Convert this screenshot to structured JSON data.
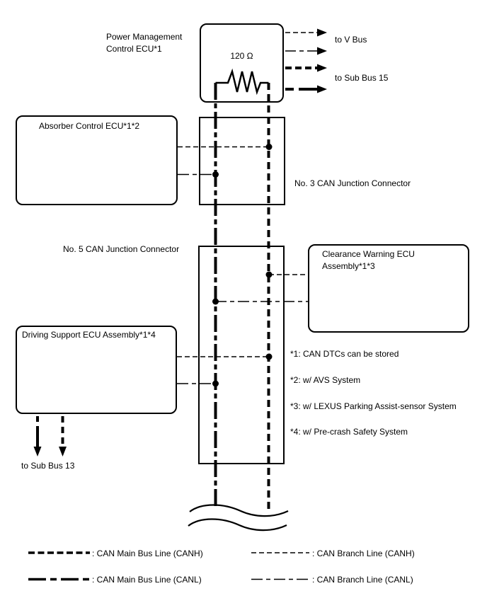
{
  "boxes": {
    "power_management": {
      "label": "Power Management\nControl ECU*1",
      "resistor": "120 Ω"
    },
    "absorber": {
      "label": "Absorber Control ECU*1*2"
    },
    "junction3": {
      "label": "No. 3 CAN Junction Connector"
    },
    "junction5": {
      "label": "No. 5 CAN Junction Connector"
    },
    "clearance": {
      "label": "Clearance Warning ECU\nAssembly*1*3"
    },
    "driving": {
      "label": "Driving Support ECU Assembly*1*4"
    }
  },
  "bus_labels": {
    "v_bus": "to V Bus",
    "sub_bus_15": "to Sub Bus 15",
    "sub_bus_13": "to Sub Bus 13"
  },
  "notes": [
    "*1: CAN DTCs can be stored",
    "*2: w/ AVS System",
    "*3: w/ LEXUS Parking Assist-sensor System",
    "*4: w/ Pre-crash Safety System"
  ],
  "legend": [
    {
      "label": ": CAN Main Bus Line (CANH)",
      "style": "main-canh"
    },
    {
      "label": ": CAN Main Bus Line (CANL)",
      "style": "main-canl"
    },
    {
      "label": ": CAN Branch Line (CANH)",
      "style": "branch-canh"
    },
    {
      "label": ": CAN Branch Line (CANL)",
      "style": "branch-canl"
    }
  ],
  "colors": {
    "line": "#000000",
    "background": "#ffffff"
  }
}
